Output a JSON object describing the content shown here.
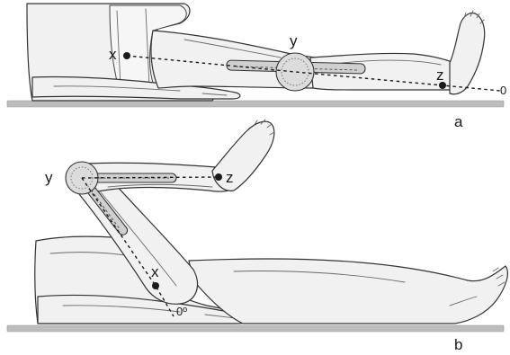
{
  "panel_a": {
    "caption": "a",
    "points": {
      "x_label": "x",
      "y_label": "y",
      "z_label": "z"
    },
    "zero_label": "0"
  },
  "panel_b": {
    "caption": "b",
    "points": {
      "x_label": "x",
      "y_label": "y",
      "z_label": "z"
    },
    "zero_label": "0º"
  }
}
